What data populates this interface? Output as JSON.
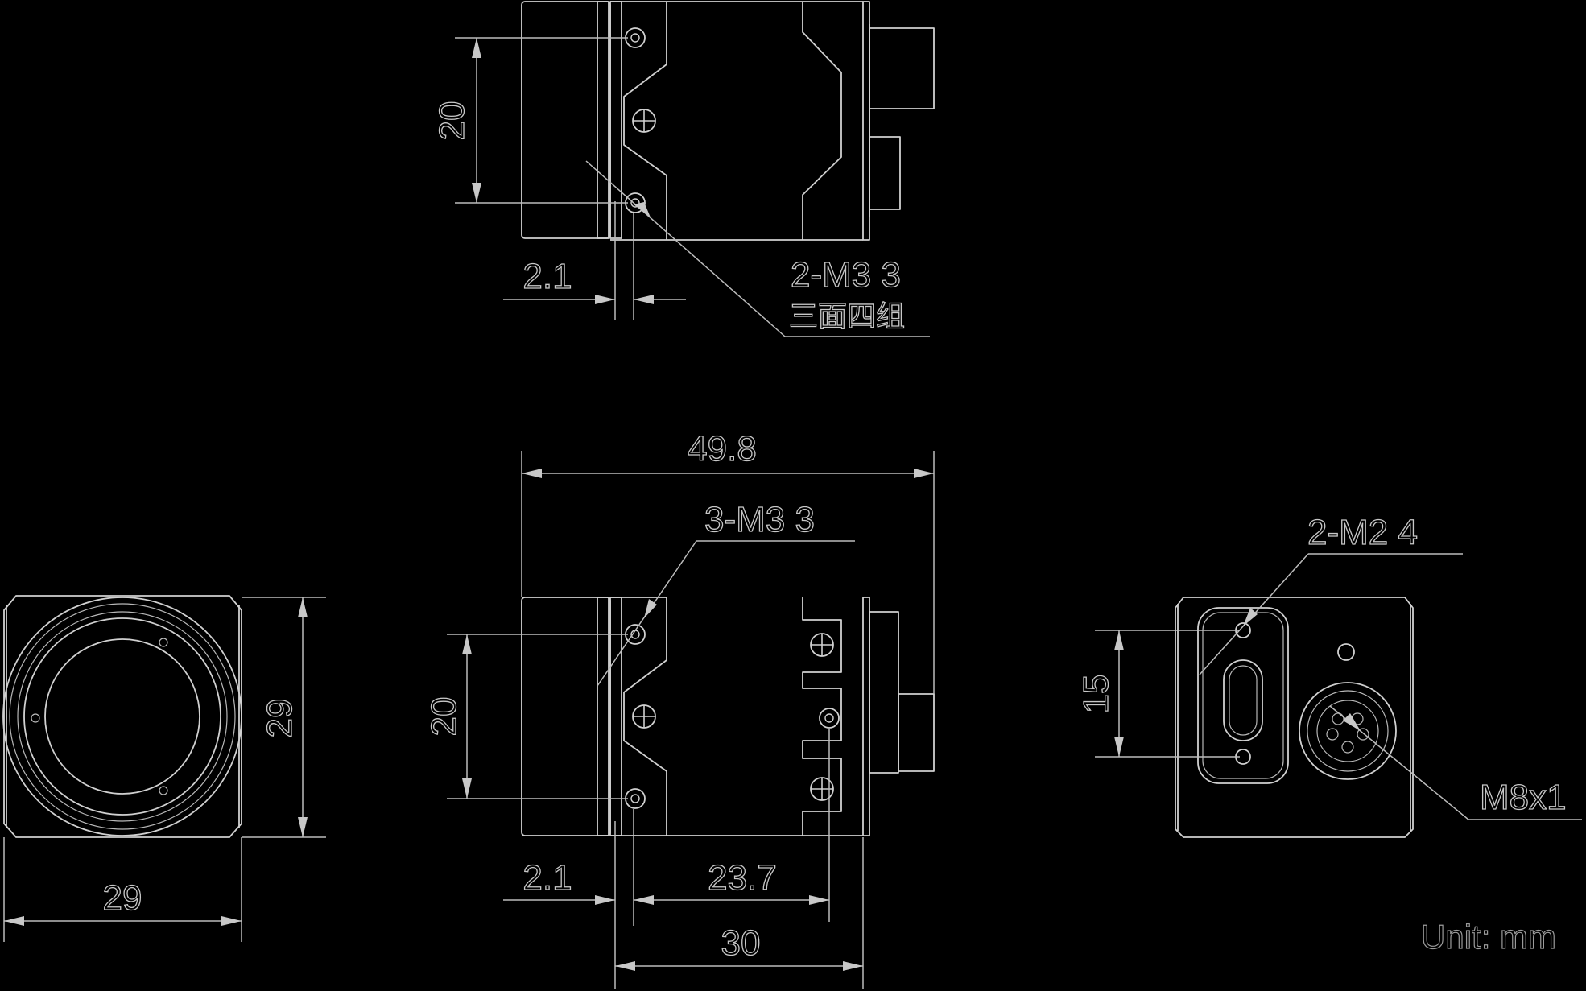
{
  "colors": {
    "background": "#000000",
    "line": "#d0d0d0",
    "dimension": "#bcbcbc"
  },
  "top_view": {
    "dim_height": "20",
    "dim_offset": "2.1",
    "callout_line1": "2-M3  3",
    "callout_line2": "三面四组"
  },
  "front_view": {
    "dim_width": "29",
    "dim_height": "29"
  },
  "side_view": {
    "dim_overall": "49.8",
    "callout": "3-M3  3",
    "dim_height": "20",
    "dim_offset": "2.1",
    "dim_mid": "23.7",
    "dim_body": "30"
  },
  "rear_view": {
    "callout_top": "2-M2  4",
    "dim_height": "15",
    "callout_connector": "M8x1"
  },
  "unit_label": "Unit: mm"
}
